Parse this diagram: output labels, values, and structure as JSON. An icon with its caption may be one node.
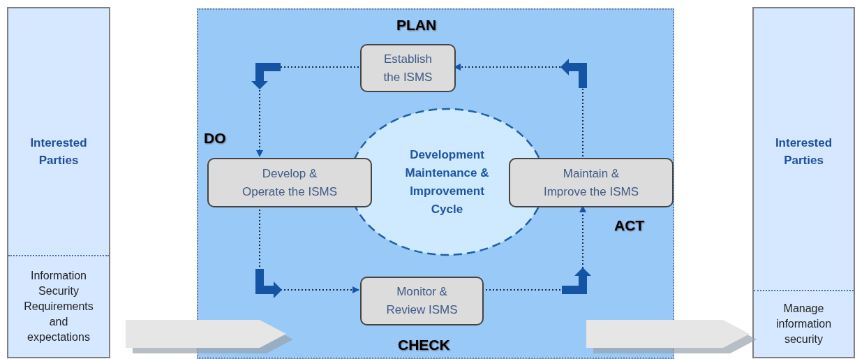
{
  "diagram": {
    "nodes": [
      {
        "text": [
          "Interested Parties",
          "Information Security Requirements and expectations"
        ]
      },
      {
        "text": [],
        "shape": "box"
      },
      {
        "text": [
          "Establish the ISMS"
        ],
        "in": 1
      },
      {
        "text": [
          "Develop & Operate the ISMS"
        ],
        "in": 1
      },
      {
        "text": [
          "Development Maintenance & Improvement Cycle"
        ],
        "in": 1
      },
      {
        "text": [
          "Maintain & Improve the ISMS"
        ],
        "in": 1
      },
      {
        "text": [
          "Monitor & Review ISMS"
        ],
        "in": 1
      },
      {
        "text": [
          "Interested Parties",
          "Manage information security"
        ]
      }
    ],
    "edges": [
      {
        "from": 2,
        "to": 3,
        "arrow": "to",
        "style": "dashed"
      },
      {
        "from": 3,
        "to": 6,
        "arrow": "to",
        "style": "dashed"
      },
      {
        "from": 6,
        "to": 5,
        "arrow": "to",
        "style": "dashed"
      },
      {
        "from": 5,
        "to": 2,
        "arrow": "to",
        "style": "dashed"
      },
      {
        "from": 0,
        "to": 1,
        "arrow": "to",
        "style": "thick",
        "color": "#e6e6e6"
      },
      {
        "from": 1,
        "to": 7,
        "arrow": "to",
        "style": "thick",
        "color": "#e6e6e6"
      }
    ],
    "labels": [
      "PLAN",
      "DO",
      "ACT",
      "CHECK"
    ]
  }
}
